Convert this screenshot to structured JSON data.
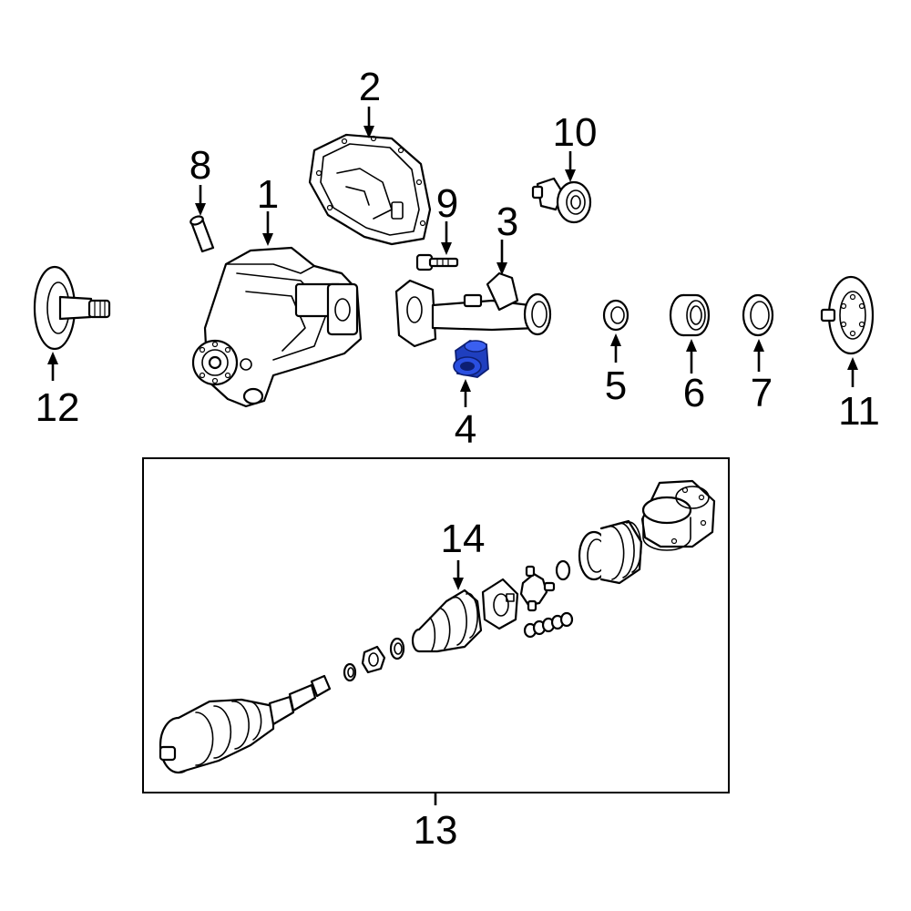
{
  "callouts": [
    {
      "id": "1",
      "text": "1"
    },
    {
      "id": "2",
      "text": "2"
    },
    {
      "id": "3",
      "text": "3"
    },
    {
      "id": "4",
      "text": "4"
    },
    {
      "id": "5",
      "text": "5"
    },
    {
      "id": "6",
      "text": "6"
    },
    {
      "id": "7",
      "text": "7"
    },
    {
      "id": "8",
      "text": "8"
    },
    {
      "id": "9",
      "text": "9"
    },
    {
      "id": "10",
      "text": "10"
    },
    {
      "id": "11",
      "text": "11"
    },
    {
      "id": "12",
      "text": "12"
    },
    {
      "id": "13",
      "text": "13"
    },
    {
      "id": "14",
      "text": "14"
    }
  ],
  "colors": {
    "line": "#000000",
    "background": "#ffffff",
    "highlight": "#1f3fbf",
    "highlight_dark": "#0d1f73"
  },
  "highlighted_part": "4"
}
